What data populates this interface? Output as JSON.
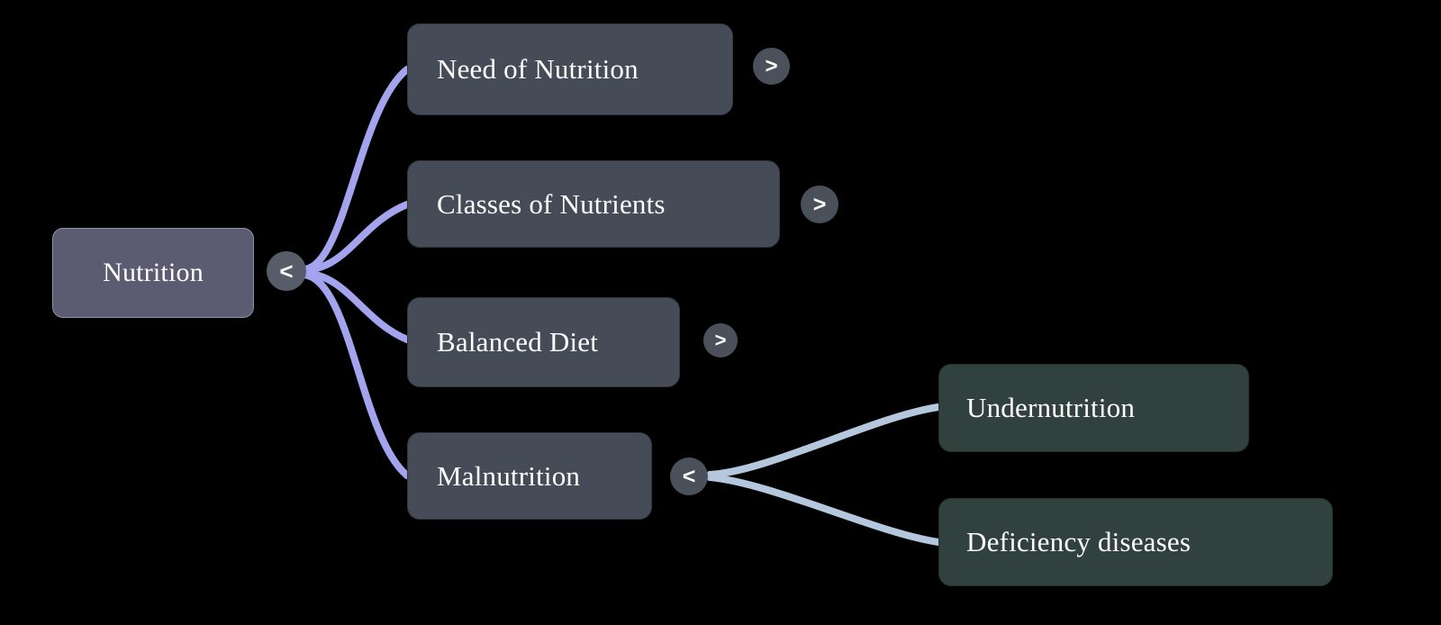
{
  "diagram": {
    "type": "mind-map",
    "title": "Nutrition",
    "background_color": "#000000",
    "root": {
      "label": "Nutrition",
      "fill": "#5b5b72",
      "border": "#8f8fae",
      "toggle": {
        "glyph": "<",
        "state": "expanded",
        "icon": "chevron-left-icon"
      }
    },
    "branches": [
      {
        "id": "need-of-nutrition",
        "label": "Need of Nutrition",
        "fill": "#454c57",
        "toggle": {
          "glyph": ">",
          "state": "collapsed",
          "icon": "chevron-right-icon"
        },
        "children": []
      },
      {
        "id": "classes-of-nutrients",
        "label": "Classes of Nutrients",
        "fill": "#454c57",
        "toggle": {
          "glyph": ">",
          "state": "collapsed",
          "icon": "chevron-right-icon"
        },
        "children": []
      },
      {
        "id": "balanced-diet",
        "label": "Balanced Diet",
        "fill": "#454c57",
        "toggle": {
          "glyph": ">",
          "state": "collapsed",
          "icon": "chevron-right-icon"
        },
        "children": []
      },
      {
        "id": "malnutrition",
        "label": "Malnutrition",
        "fill": "#454c57",
        "toggle": {
          "glyph": "<",
          "state": "expanded",
          "icon": "chevron-left-icon"
        },
        "children": [
          {
            "id": "undernutrition",
            "label": "Undernutrition",
            "fill": "#31423e"
          },
          {
            "id": "deficiency-diseases",
            "label": "Deficiency diseases",
            "fill": "#31423e"
          }
        ]
      }
    ],
    "edges": {
      "level1_color": "#a3a3ee",
      "level2_color": "#b4c7dd"
    }
  }
}
